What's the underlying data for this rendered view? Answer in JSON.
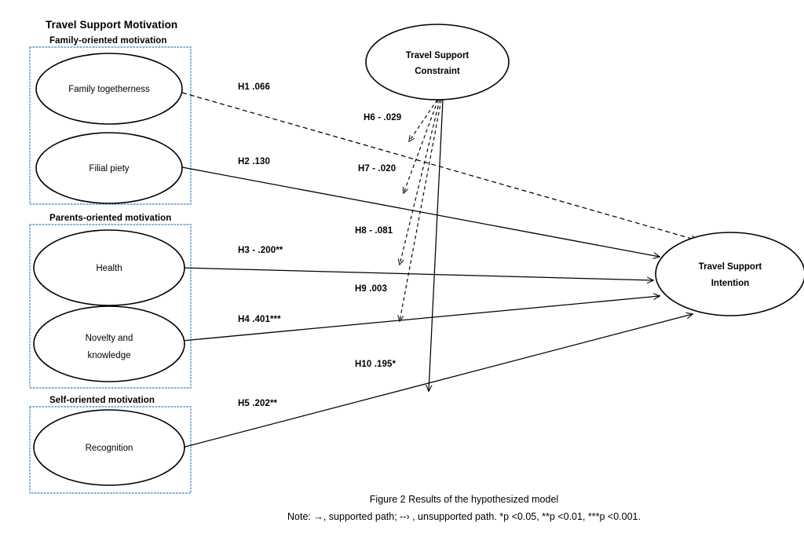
{
  "figure": {
    "caption_title": "Figure 2 Results of the hypothesized model",
    "caption_note": "Note: →, supported path;  --› , unsupported path. *p <0.05, **p <0.01, ***p <0.001."
  },
  "headings": {
    "main_title": "Travel Support Motivation",
    "group_family": "Family-oriented motivation",
    "group_parents": "Parents-oriented motivation",
    "group_self": "Self-oriented motivation"
  },
  "nodes": {
    "family_togetherness": "Family togetherness",
    "filial_piety": "Filial piety",
    "health": "Health",
    "novelty_line1": "Novelty and",
    "novelty_line2": "knowledge",
    "recognition": "Recognition",
    "constraint_line1": "Travel Support",
    "constraint_line2": "Constraint",
    "intention_line1": "Travel Support",
    "intention_line2": "Intention"
  },
  "colors": {
    "group_box_stroke": "#5B8FC9",
    "edge": "#000000",
    "text": "#000000",
    "background": "#ffffff"
  },
  "chart_data": {
    "type": "diagram",
    "title": "Figure 2 Results of the hypothesized model",
    "paths": [
      {
        "id": "H1",
        "label": "H1 .066",
        "from": "Family togetherness",
        "to": "Travel Support Intention",
        "coefficient": 0.066,
        "significance": "",
        "supported": false,
        "style": "dashed"
      },
      {
        "id": "H2",
        "label": "H2 .130",
        "from": "Filial piety",
        "to": "Travel Support Intention",
        "coefficient": 0.13,
        "significance": "",
        "supported": true,
        "style": "solid"
      },
      {
        "id": "H3",
        "label": "H3 - .200**",
        "from": "Health",
        "to": "Travel Support Intention",
        "coefficient": -0.2,
        "significance": "**",
        "supported": true,
        "style": "solid"
      },
      {
        "id": "H4",
        "label": "H4 .401***",
        "from": "Novelty and knowledge",
        "to": "Travel Support Intention",
        "coefficient": 0.401,
        "significance": "***",
        "supported": true,
        "style": "solid"
      },
      {
        "id": "H5",
        "label": "H5 .202**",
        "from": "Recognition",
        "to": "Travel Support Intention",
        "coefficient": 0.202,
        "significance": "**",
        "supported": true,
        "style": "solid"
      },
      {
        "id": "H6",
        "label": "H6 - .029",
        "from": "Travel Support Constraint",
        "to": "H1 path",
        "coefficient": -0.029,
        "significance": "",
        "supported": false,
        "style": "dashed"
      },
      {
        "id": "H7",
        "label": "H7 - .020",
        "from": "Travel Support Constraint",
        "to": "H2 path",
        "coefficient": -0.02,
        "significance": "",
        "supported": false,
        "style": "dashed"
      },
      {
        "id": "H8",
        "label": "H8 - .081",
        "from": "Travel Support Constraint",
        "to": "H3 path",
        "coefficient": -0.081,
        "significance": "",
        "supported": false,
        "style": "dashed"
      },
      {
        "id": "H9",
        "label": "H9 .003",
        "from": "Travel Support Constraint",
        "to": "H4 path",
        "coefficient": 0.003,
        "significance": "",
        "supported": false,
        "style": "dashed"
      },
      {
        "id": "H10",
        "label": "H10 .195*",
        "from": "Travel Support Constraint",
        "to": "H5 path",
        "coefficient": 0.195,
        "significance": "*",
        "supported": true,
        "style": "solid"
      }
    ],
    "groups": [
      {
        "name": "Family-oriented motivation",
        "members": [
          "Family togetherness",
          "Filial piety"
        ]
      },
      {
        "name": "Parents-oriented motivation",
        "members": [
          "Health",
          "Novelty and knowledge"
        ]
      },
      {
        "name": "Self-oriented motivation",
        "members": [
          "Recognition"
        ]
      }
    ],
    "outcome": "Travel Support Intention",
    "moderator": "Travel Support Constraint"
  }
}
